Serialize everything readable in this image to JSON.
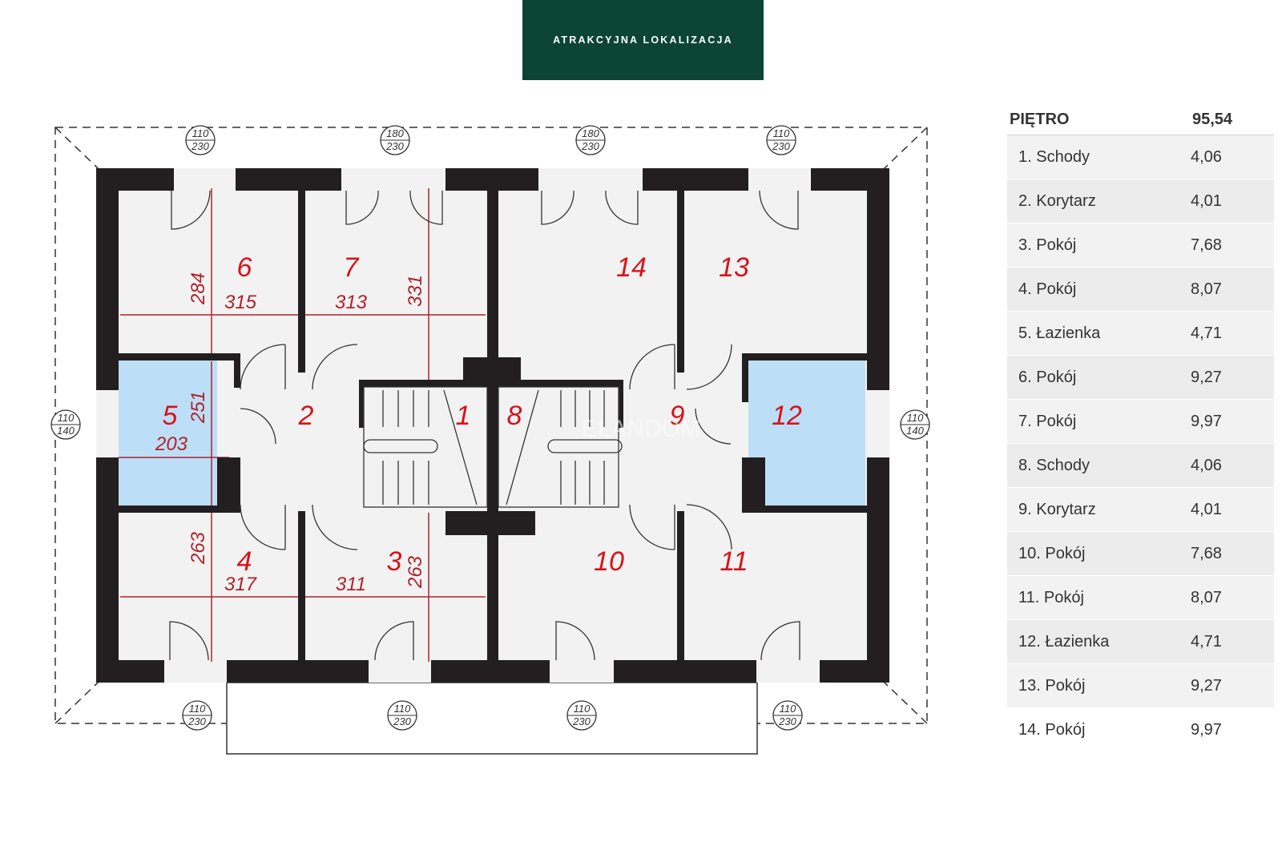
{
  "banner": {
    "text": "ATRAKCYJNA LOKALIZACJA",
    "color": "#0d4535"
  },
  "watermark": "ELANDOM",
  "table": {
    "header_label": "PIĘTRO",
    "header_value": "95,54",
    "rows": [
      {
        "label": "1. Schody",
        "value": "4,06"
      },
      {
        "label": "2. Korytarz",
        "value": "4,01"
      },
      {
        "label": "3. Pokój",
        "value": "7,68"
      },
      {
        "label": "4. Pokój",
        "value": "8,07"
      },
      {
        "label": "5. Łazienka",
        "value": "4,71"
      },
      {
        "label": "6. Pokój",
        "value": "9,27"
      },
      {
        "label": "7. Pokój",
        "value": "9,97"
      },
      {
        "label": "8. Schody",
        "value": "4,06"
      },
      {
        "label": "9. Korytarz",
        "value": "4,01"
      },
      {
        "label": "10. Pokój",
        "value": "7,68"
      },
      {
        "label": "11. Pokój",
        "value": "8,07"
      },
      {
        "label": "12. Łazienka",
        "value": "4,71"
      },
      {
        "label": "13. Pokój",
        "value": "9,27"
      },
      {
        "label": "14. Pokój",
        "value": "9,97"
      }
    ]
  },
  "plan": {
    "room_numbers": [
      "6",
      "7",
      "14",
      "13",
      "5",
      "2",
      "1",
      "8",
      "9",
      "12",
      "4",
      "3",
      "10",
      "11"
    ],
    "dimensions": [
      "284",
      "315",
      "313",
      "331",
      "251",
      "203",
      "263",
      "317",
      "311",
      "263"
    ],
    "window_tags": [
      {
        "top": "110",
        "bottom": "230"
      },
      {
        "top": "180",
        "bottom": "230"
      },
      {
        "top": "180",
        "bottom": "230"
      },
      {
        "top": "110",
        "bottom": "230"
      },
      {
        "top": "110",
        "bottom": "140"
      },
      {
        "top": "110",
        "bottom": "140"
      },
      {
        "top": "110",
        "bottom": "230"
      },
      {
        "top": "110",
        "bottom": "230"
      },
      {
        "top": "110",
        "bottom": "230"
      },
      {
        "top": "110",
        "bottom": "230"
      }
    ],
    "colors": {
      "wall": "#231f20",
      "floor": "#f2f2f2",
      "bath": "#bcdff7",
      "label": "#d7141a",
      "dim_line": "#b0222a"
    }
  }
}
